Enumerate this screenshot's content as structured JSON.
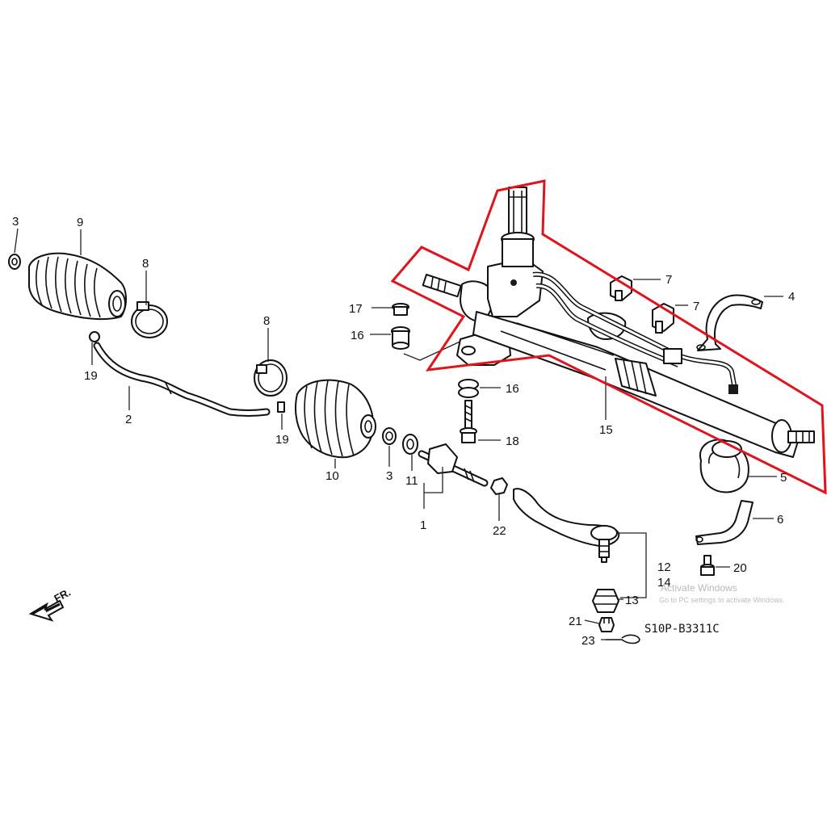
{
  "labels": {
    "p1": "1",
    "p2": "2",
    "p3a": "3",
    "p3b": "3",
    "p4": "4",
    "p5": "5",
    "p6": "6",
    "p7a": "7",
    "p7b": "7",
    "p8a": "8",
    "p8b": "8",
    "p9": "9",
    "p10": "10",
    "p11": "11",
    "p12": "12",
    "p13": "13",
    "p14": "14",
    "p15": "15",
    "p16a": "16",
    "p16b": "16",
    "p17": "17",
    "p18": "18",
    "p19a": "19",
    "p19b": "19",
    "p20": "20",
    "p21": "21",
    "p22": "22",
    "p23": "23"
  },
  "diagram_code": "S10P-B3311C",
  "front_marker": "FR.",
  "watermark": {
    "title": "Activate Windows",
    "subtitle": "Go to PC settings to activate Windows."
  },
  "colors": {
    "highlight_outline": "#e0141c",
    "line_art": "#111111"
  }
}
